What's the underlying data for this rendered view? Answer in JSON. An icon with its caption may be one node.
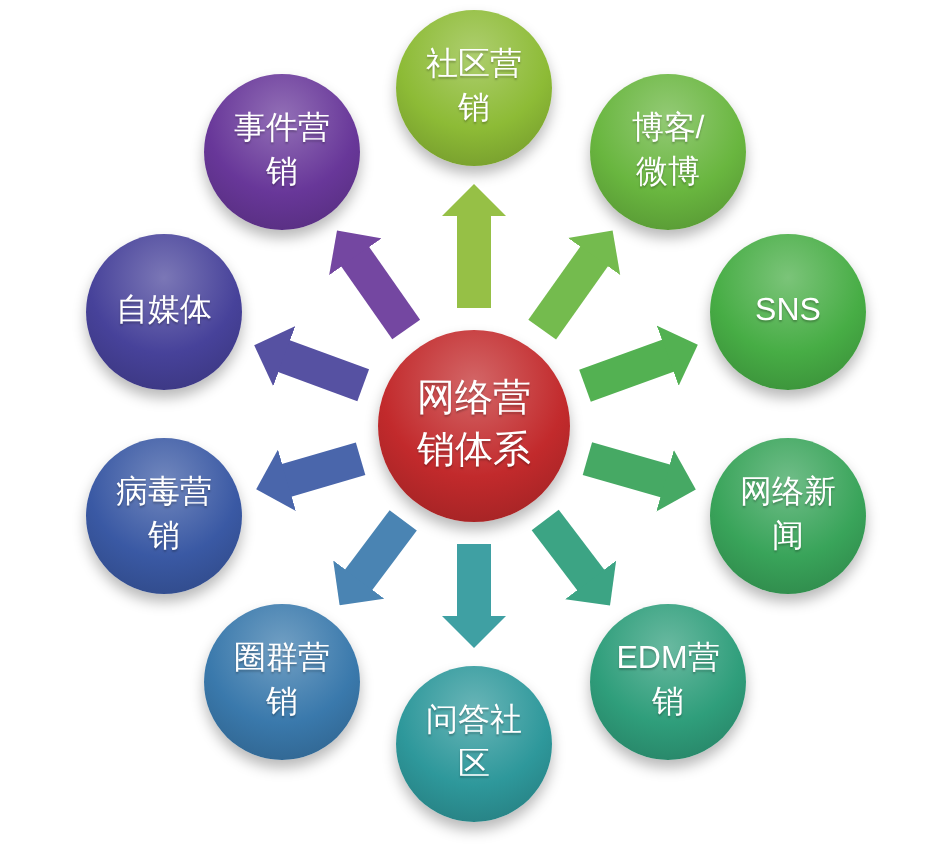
{
  "diagram": {
    "nodes": [
      {
        "text": [
          "网络营销体系"
        ]
      },
      {
        "text": [
          "社区营销"
        ]
      },
      {
        "text": [
          "博客/微博"
        ]
      },
      {
        "text": [
          "SNS"
        ]
      },
      {
        "text": [
          "网络新闻"
        ]
      },
      {
        "text": [
          "EDM营销"
        ]
      },
      {
        "text": [
          "问答社区"
        ]
      },
      {
        "text": [
          "圈群营销"
        ]
      },
      {
        "text": [
          "病毒营销"
        ]
      },
      {
        "text": [
          "自媒体"
        ]
      },
      {
        "text": [
          "事件营销"
        ]
      }
    ],
    "edges": [
      {
        "from": 0,
        "to": 1,
        "arrow": "to",
        "color": "#96c046"
      },
      {
        "from": 0,
        "to": 2,
        "arrow": "to",
        "color": "#74bb4e"
      },
      {
        "from": 0,
        "to": 3,
        "arrow": "to",
        "color": "#53b152"
      },
      {
        "from": 0,
        "to": 4,
        "arrow": "to",
        "color": "#46a964"
      },
      {
        "from": 0,
        "to": 5,
        "arrow": "to",
        "color": "#3ca484"
      },
      {
        "from": 0,
        "to": 6,
        "arrow": "to",
        "color": "#3fa0a3"
      },
      {
        "from": 0,
        "to": 7,
        "arrow": "to",
        "color": "#4a84b3"
      },
      {
        "from": 0,
        "to": 8,
        "arrow": "to",
        "color": "#4a66ab"
      },
      {
        "from": 0,
        "to": 9,
        "arrow": "to",
        "color": "#5651a2"
      },
      {
        "from": 0,
        "to": 10,
        "arrow": "to",
        "color": "#7447a1"
      }
    ]
  }
}
